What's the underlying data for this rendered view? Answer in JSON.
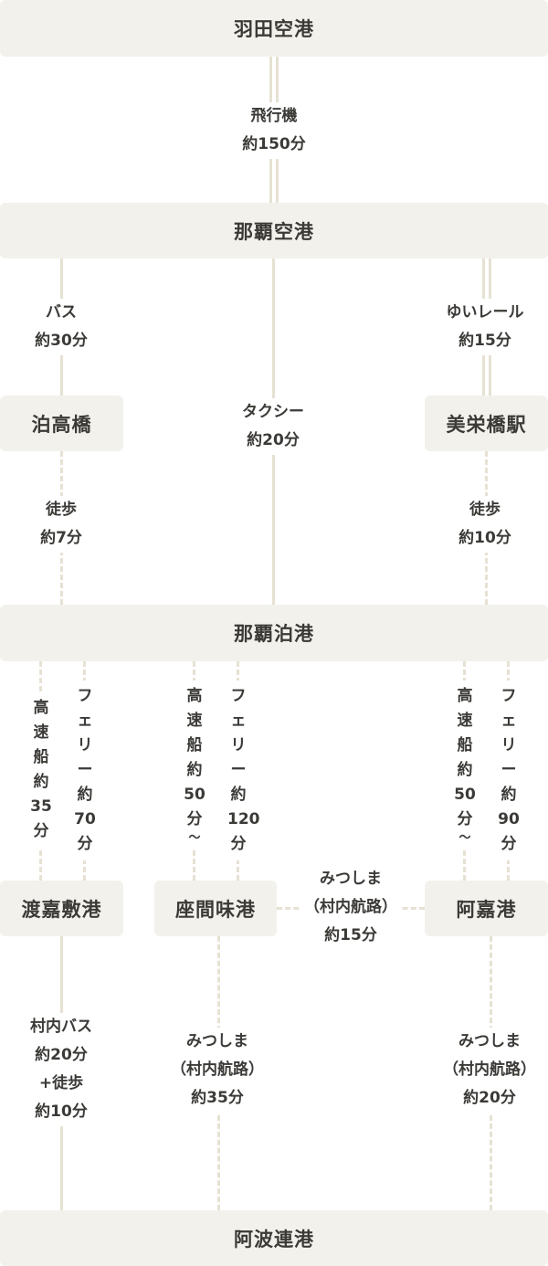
{
  "nodes": {
    "haneda": "羽田空港",
    "naha_airport": "那覇空港",
    "tomari_takahashi": "泊高橋",
    "miebashi": "美栄橋駅",
    "tomari_port": "那覇泊港",
    "tokashiki": "渡嘉敷港",
    "zamami": "座間味港",
    "aka": "阿嘉港",
    "aharen": "阿波連港"
  },
  "edges": {
    "plane": {
      "line1": "飛行機",
      "line2": "約150分"
    },
    "bus": {
      "line1": "バス",
      "line2": "約30分"
    },
    "taxi": {
      "line1": "タクシー",
      "line2": "約20分"
    },
    "yui": {
      "line1": "ゆいレール",
      "line2": "約15分"
    },
    "walk7": {
      "line1": "徒歩",
      "line2": "約7分"
    },
    "walk10": {
      "line1": "徒歩",
      "line2": "約10分"
    },
    "tokashiki_fast": [
      "高",
      "速",
      "船",
      "約",
      "35",
      "分"
    ],
    "tokashiki_ferry": [
      "フ",
      "ェ",
      "リ",
      "ー",
      "約",
      "70",
      "分"
    ],
    "zamami_fast": [
      "高",
      "速",
      "船",
      "約",
      "50",
      "分",
      "〜"
    ],
    "zamami_ferry": [
      "フ",
      "ェ",
      "リ",
      "ー",
      "約",
      "120",
      "分"
    ],
    "aka_fast": [
      "高",
      "速",
      "船",
      "約",
      "50",
      "分",
      "〜"
    ],
    "aka_ferry": [
      "フ",
      "ェ",
      "リ",
      "ー",
      "約",
      "90",
      "分"
    ],
    "mitsushima_mid": {
      "line1": "みつしま",
      "line2": "（村内航路）",
      "line3": "約15分"
    },
    "village_bus": {
      "line1": "村内バス",
      "line2": "約20分",
      "line3": "+徒歩",
      "line4": "約10分"
    },
    "mitsushima_left": {
      "line1": "みつしま",
      "line2": "（村内航路）",
      "line3": "約35分"
    },
    "mitsushima_right": {
      "line1": "みつしま",
      "line2": "（村内航路）",
      "line3": "約20分"
    }
  },
  "colors": {
    "box": "#f3f1ec",
    "line": "#e6e1d3",
    "text": "#3b3a37"
  }
}
